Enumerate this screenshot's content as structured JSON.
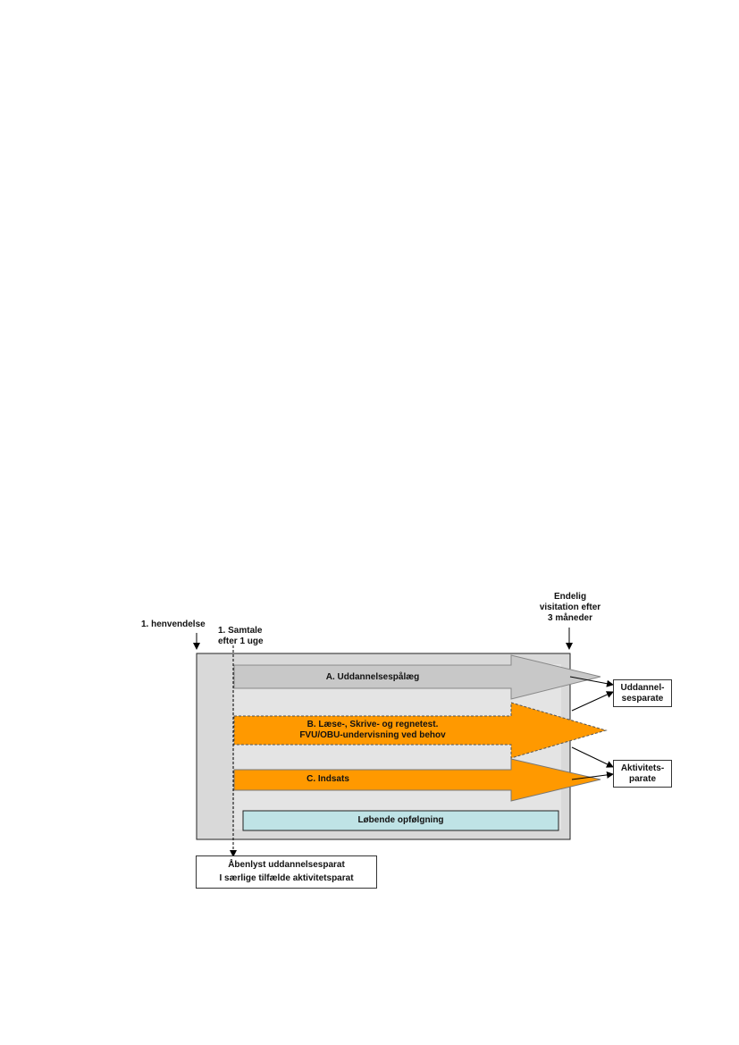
{
  "diagram": {
    "milestones": {
      "first_contact": "1. henvendelse",
      "interview_line1": "1. Samtale",
      "interview_line2": "efter 1 uge",
      "final_line1": "Endelig",
      "final_line2": "visitation efter",
      "final_line3": "3 måneder"
    },
    "tracks": {
      "a": "A. Uddannelsespålæg",
      "b_line1": "B. Læse-, Skrive- og regnetest.",
      "b_line2": "FVU/OBU-undervisning ved behov",
      "c": "C. Indsats"
    },
    "followup": "Løbende opfølgning",
    "outcomes": {
      "education_line1": "Uddannel-",
      "education_line2": "sesparate",
      "activity_line1": "Aktivitets-",
      "activity_line2": "parate"
    },
    "bottom_box": {
      "line1": "Åbenlyst uddannelsesparat",
      "line2": "I særlige tilfælde aktivitetsparat"
    },
    "colors": {
      "frame": "#d9d9d9",
      "arrow_a": "#c8c8c8",
      "arrow_orange": "#ff9900",
      "followup_bar": "#bfe3e6"
    }
  }
}
